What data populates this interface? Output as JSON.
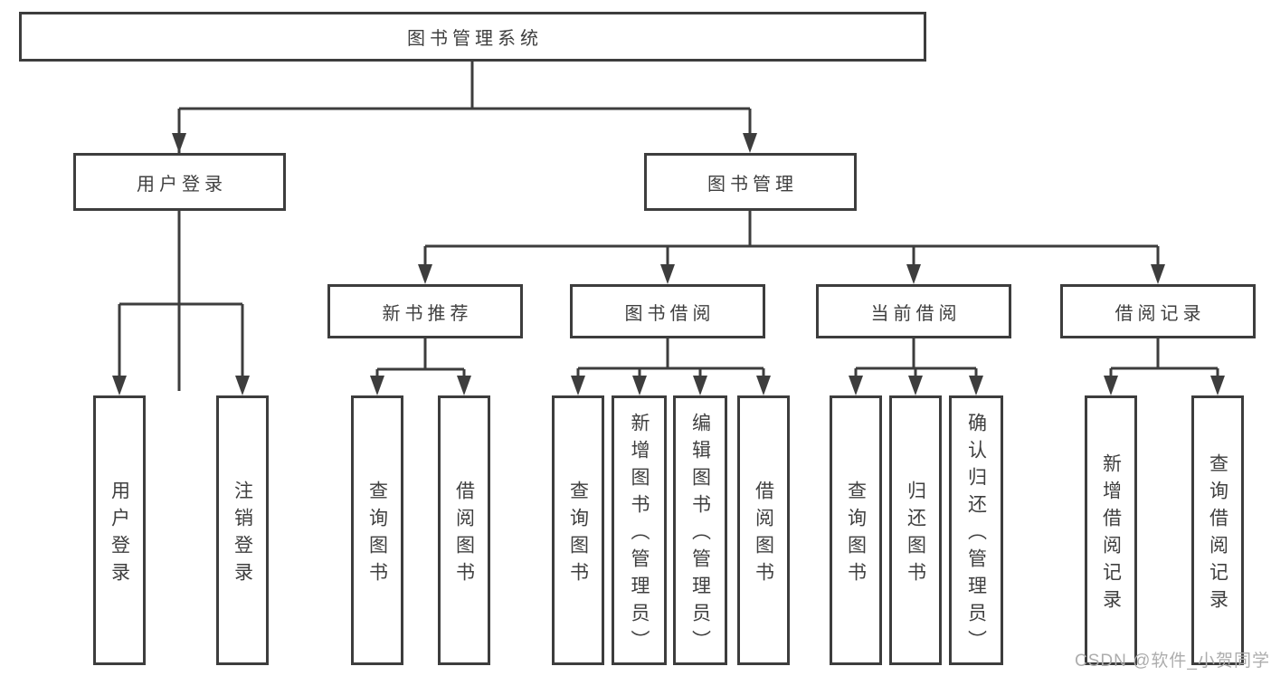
{
  "diagram": {
    "root": {
      "label": "图书管理系统"
    },
    "level2": {
      "user_login": "用户登录",
      "book_mgmt": "图书管理"
    },
    "level3": {
      "new_book": "新书推荐",
      "book_borrow": "图书借阅",
      "current_borrow": "当前借阅",
      "borrow_record": "借阅记录"
    },
    "leaves": {
      "user_login_leaf": "用户登录",
      "logout_leaf": "注销登录",
      "nb_query": "查询图书",
      "nb_borrow": "借阅图书",
      "bb_query": "查询图书",
      "bb_add": "新增图书（管理员）",
      "bb_edit": "编辑图书（管理员）",
      "bb_borrow": "借阅图书",
      "cb_query": "查询图书",
      "cb_return": "归还图书",
      "cb_confirm": "确认归还（管理员）",
      "br_add": "新增借阅记录",
      "br_query": "查询借阅记录"
    },
    "watermark": "CSDN @软件_小贺同学",
    "colors": {
      "line": "#3d3d3d",
      "text": "#3f3f3f",
      "watermark": "#adadad",
      "background": "#ffffff"
    }
  }
}
